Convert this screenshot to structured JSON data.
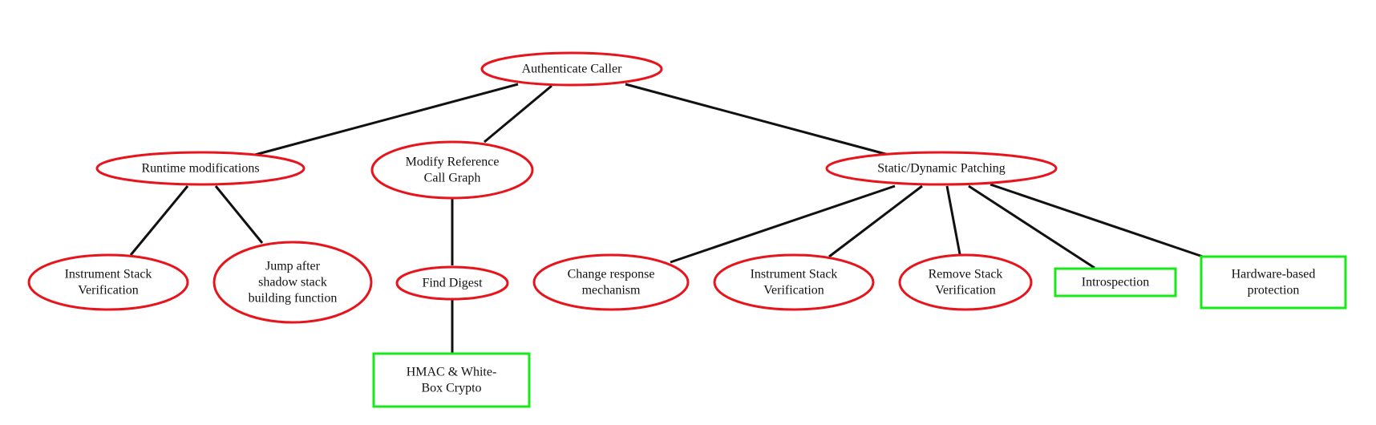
{
  "colors": {
    "attack": "#e8141c",
    "defense": "#17e817",
    "edge": "#111111"
  },
  "nodes": [
    {
      "id": "root",
      "kind": "ellipse",
      "category": "attack",
      "lines": [
        "Authenticate Caller"
      ]
    },
    {
      "id": "runtime",
      "kind": "ellipse",
      "category": "attack",
      "lines": [
        "Runtime modifications"
      ]
    },
    {
      "id": "modify-ref",
      "kind": "ellipse",
      "category": "attack",
      "lines": [
        "Modify Reference",
        "Call Graph"
      ]
    },
    {
      "id": "patching",
      "kind": "ellipse",
      "category": "attack",
      "lines": [
        "Static/Dynamic Patching"
      ]
    },
    {
      "id": "instr-1",
      "kind": "ellipse",
      "category": "attack",
      "lines": [
        "Instrument Stack",
        "Verification"
      ]
    },
    {
      "id": "jump-after",
      "kind": "ellipse",
      "category": "attack",
      "lines": [
        "Jump after",
        "shadow stack",
        "building function"
      ]
    },
    {
      "id": "find-digest",
      "kind": "ellipse",
      "category": "attack",
      "lines": [
        "Find Digest"
      ]
    },
    {
      "id": "hmac",
      "kind": "rect",
      "category": "defense",
      "lines": [
        "HMAC & White-",
        "Box Crypto"
      ]
    },
    {
      "id": "change-resp",
      "kind": "ellipse",
      "category": "attack",
      "lines": [
        "Change response",
        "mechanism"
      ]
    },
    {
      "id": "instr-2",
      "kind": "ellipse",
      "category": "attack",
      "lines": [
        "Instrument Stack",
        "Verification"
      ]
    },
    {
      "id": "remove-stack",
      "kind": "ellipse",
      "category": "attack",
      "lines": [
        "Remove Stack",
        "Verification"
      ]
    },
    {
      "id": "introspection",
      "kind": "rect",
      "category": "defense",
      "lines": [
        "Introspection"
      ]
    },
    {
      "id": "hw-protection",
      "kind": "rect",
      "category": "defense",
      "lines": [
        "Hardware-based",
        "protection"
      ]
    }
  ],
  "edges": [
    [
      "root",
      "runtime"
    ],
    [
      "root",
      "modify-ref"
    ],
    [
      "root",
      "patching"
    ],
    [
      "runtime",
      "instr-1"
    ],
    [
      "runtime",
      "jump-after"
    ],
    [
      "modify-ref",
      "find-digest"
    ],
    [
      "find-digest",
      "hmac"
    ],
    [
      "patching",
      "change-resp"
    ],
    [
      "patching",
      "instr-2"
    ],
    [
      "patching",
      "remove-stack"
    ],
    [
      "patching",
      "introspection"
    ],
    [
      "patching",
      "hw-protection"
    ]
  ]
}
